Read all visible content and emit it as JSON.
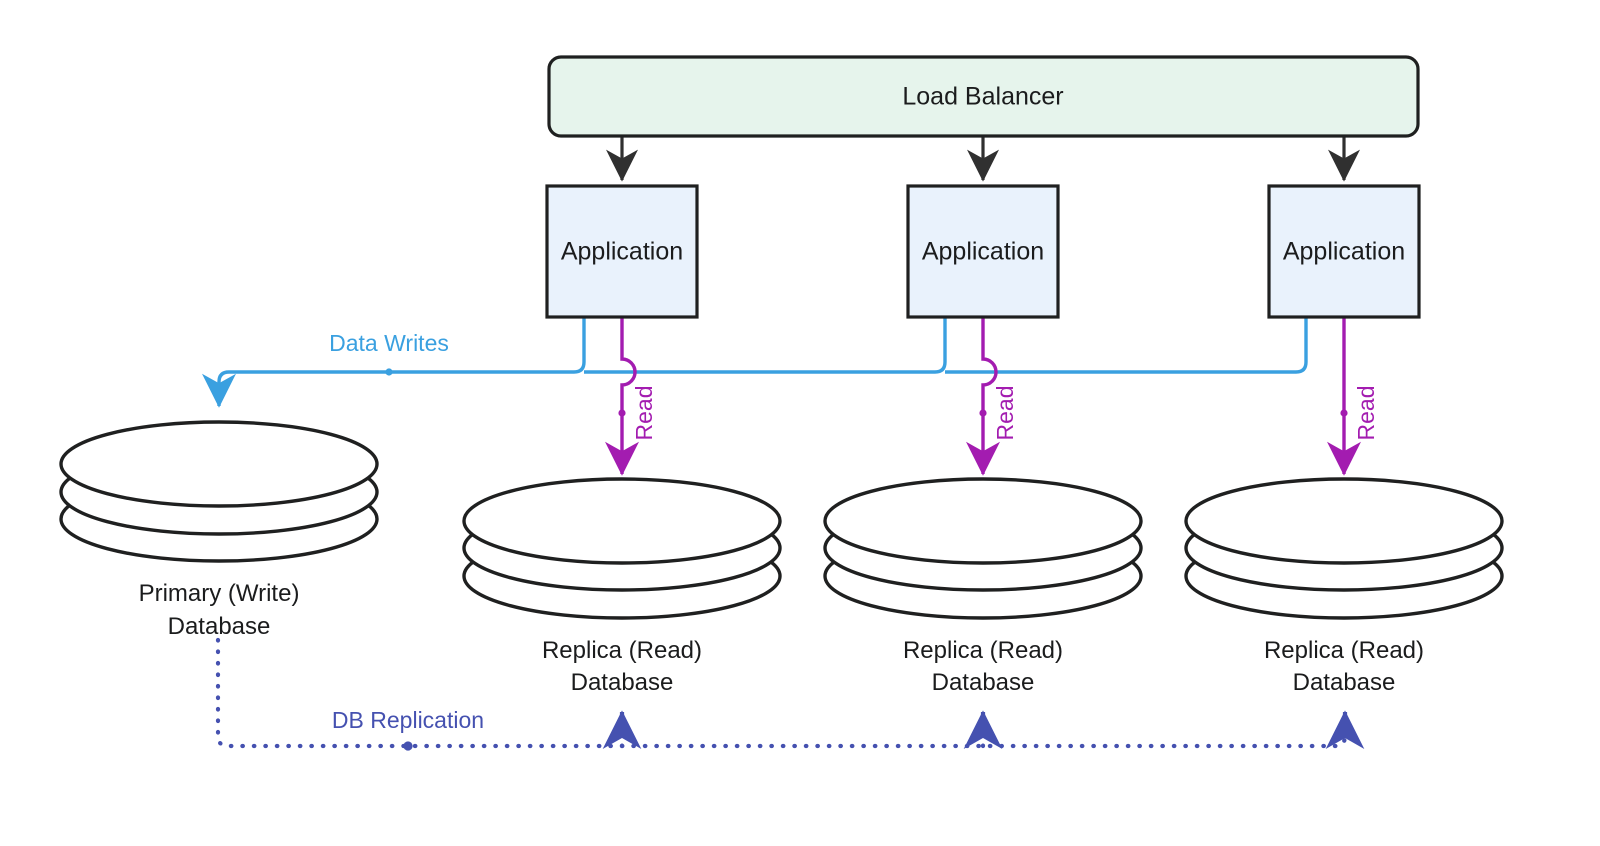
{
  "diagram": {
    "kind": "architecture-flowchart",
    "title_visible": false,
    "background": "#ffffff"
  },
  "colors": {
    "node_stroke": "#1f2020",
    "node_text": "#1b1c1d",
    "load_balancer_fill": "#e6f4ec",
    "application_fill": "#e9f2fc",
    "database_fill": "#ffffff",
    "black_arrow": "#303030",
    "write_edge": "#3aa0e0",
    "read_edge": "#a31cb0",
    "replication_edge": "#4551b0"
  },
  "load_balancer": {
    "label": "Load Balancer"
  },
  "applications": [
    {
      "label": "Application"
    },
    {
      "label": "Application"
    },
    {
      "label": "Application"
    }
  ],
  "primary_database": {
    "label_line1": "Primary (Write)",
    "label_line2": "Database"
  },
  "replica_databases": [
    {
      "label_line1": "Replica (Read)",
      "label_line2": "Database"
    },
    {
      "label_line1": "Replica (Read)",
      "label_line2": "Database"
    },
    {
      "label_line1": "Replica (Read)",
      "label_line2": "Database"
    }
  ],
  "edges": {
    "write_label": "Data Writes",
    "read_labels": [
      "Read",
      "Read",
      "Read"
    ],
    "replication_label": "DB Replication"
  }
}
